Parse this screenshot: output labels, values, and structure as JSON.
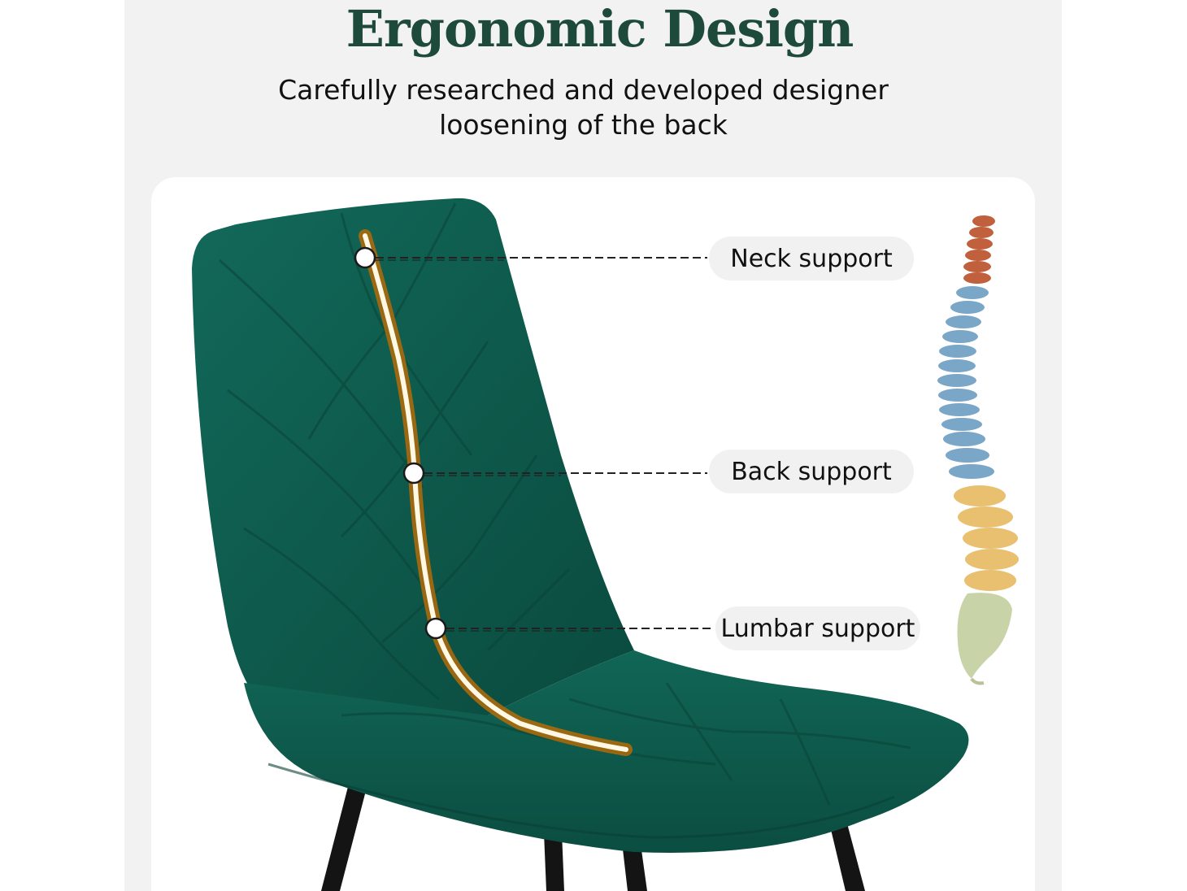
{
  "header": {
    "title": "Ergonomic Design",
    "subtitle_line1": "Carefully researched and developed designer",
    "subtitle_line2": "loosening of the back"
  },
  "callouts": [
    {
      "label": "Neck support"
    },
    {
      "label": "Back support"
    },
    {
      "label": "Lumbar support"
    }
  ],
  "colors": {
    "title": "#1e4a3c",
    "chair": "#0f5a4c",
    "spine_line": "#f0a020",
    "spine_neck": "#c0603c",
    "spine_thoracic": "#7aa6c8",
    "spine_lumbar": "#e8c070",
    "spine_sacrum": "#c8d4a8"
  },
  "icons": {
    "chair": "velvet-dining-chair-illustration",
    "spine": "human-spine-illustration"
  }
}
